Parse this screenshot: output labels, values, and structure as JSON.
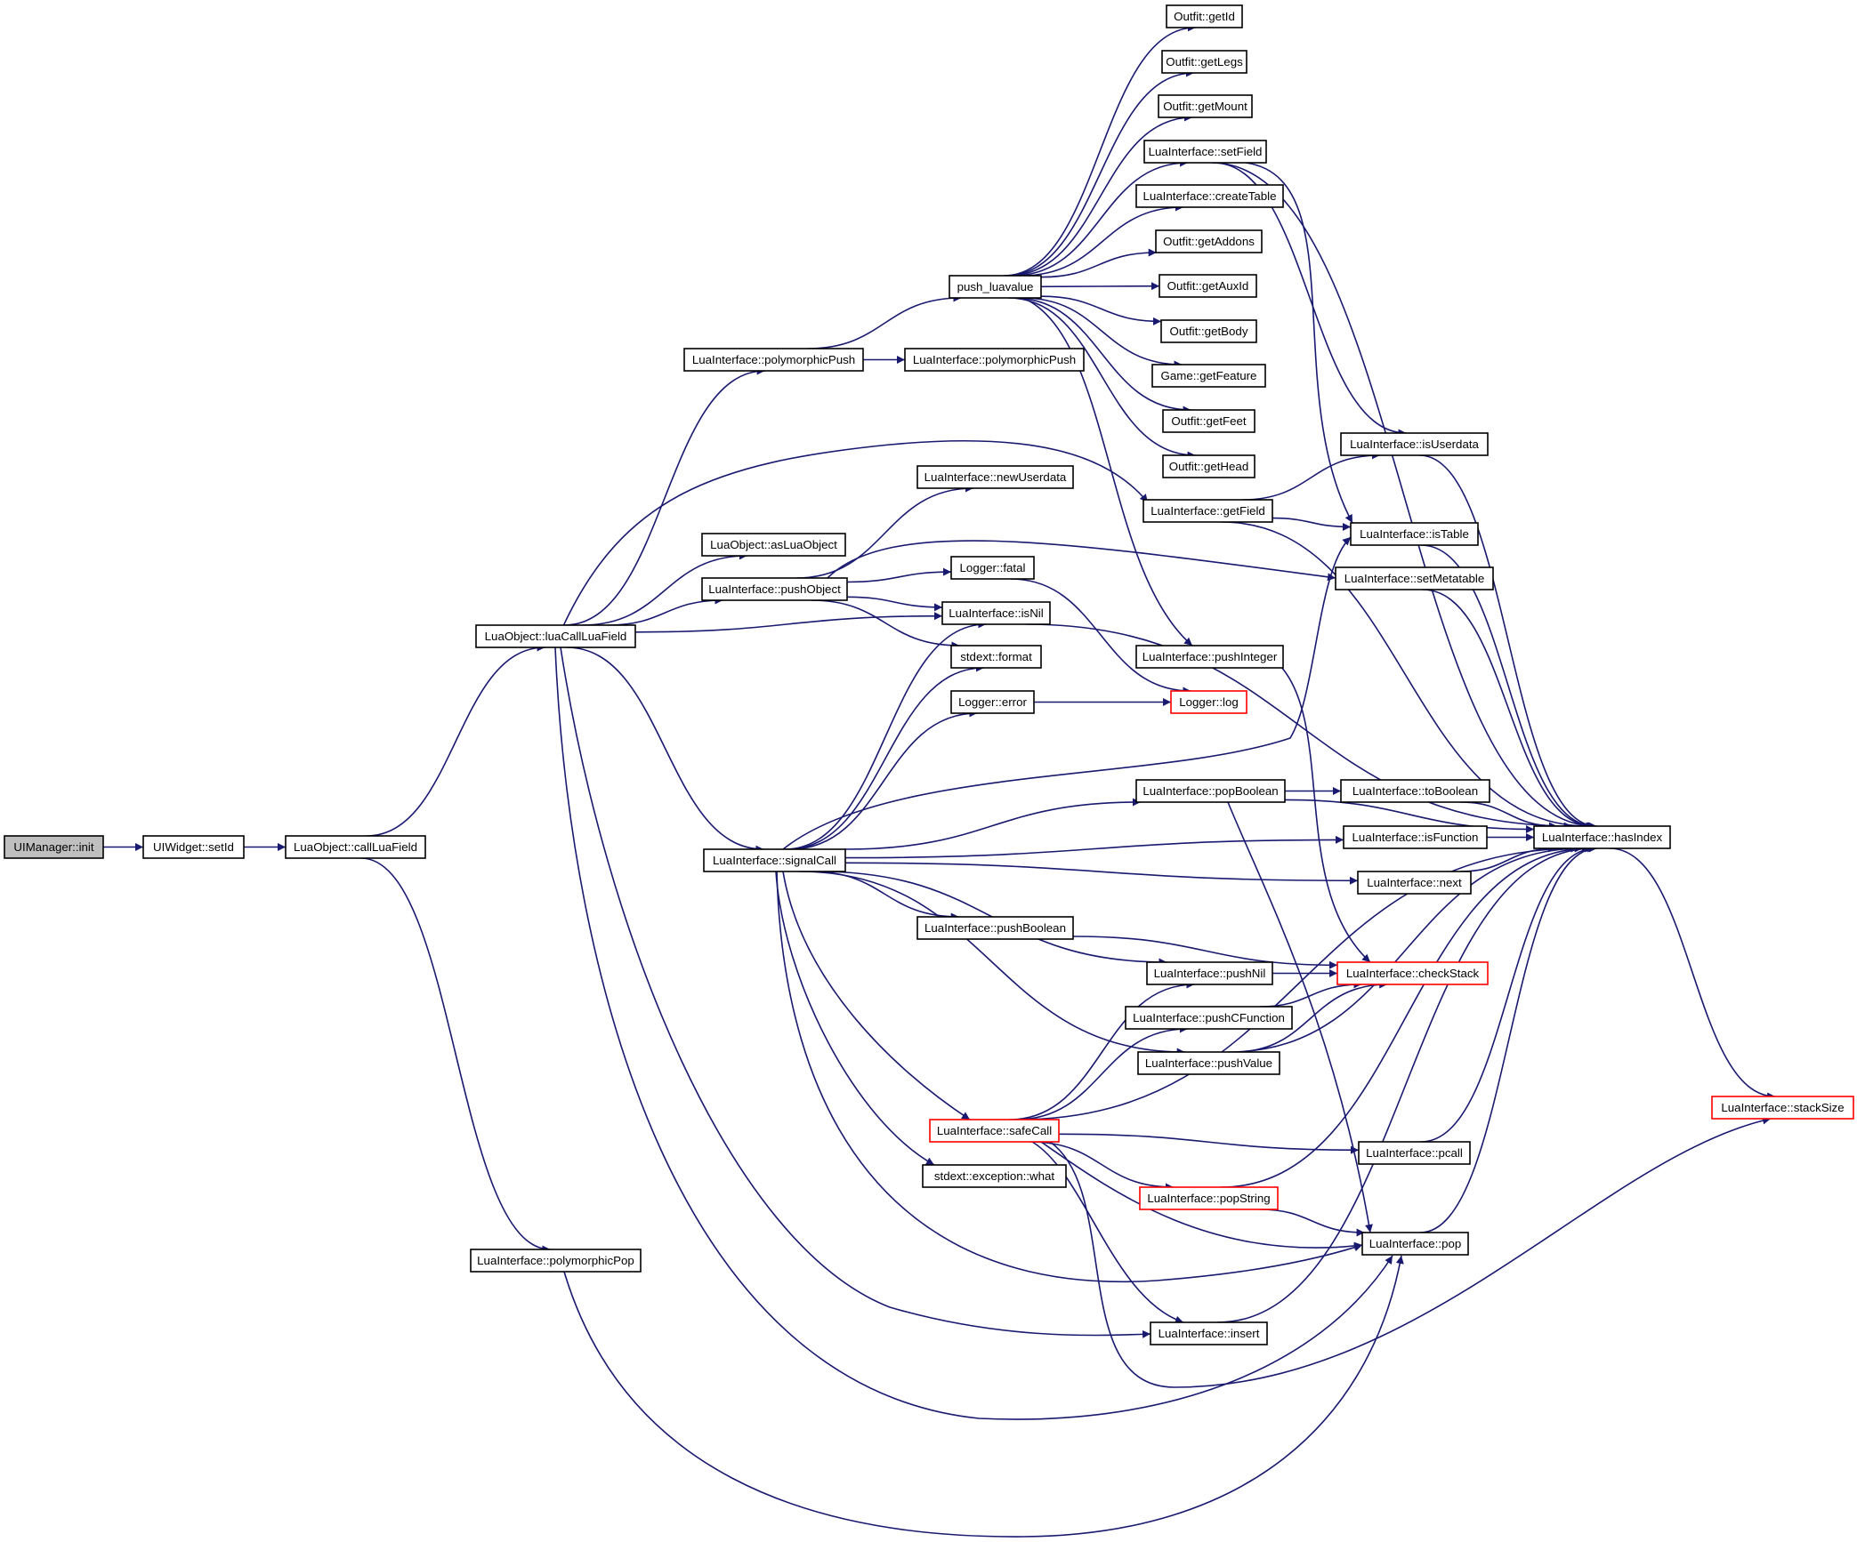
{
  "colors": {
    "edge": "#191970",
    "node_border": "#000000",
    "node_fill": "#ffffff",
    "highlight_border": "#ff0000",
    "root_fill": "#bfbfbf",
    "text": "#000000"
  },
  "nodes": {
    "uimanager_init": {
      "label": "UIManager::init",
      "style": "root"
    },
    "uiwidget_setid": {
      "label": "UIWidget::setId",
      "style": "normal"
    },
    "luaobject_callluafield": {
      "label": "LuaObject::callLuaField",
      "style": "normal"
    },
    "luaobject_luacallluafield": {
      "label": "LuaObject::luaCallLuaField",
      "style": "normal"
    },
    "li_polymorphicpop": {
      "label": "LuaInterface::polymorphicPop",
      "style": "normal"
    },
    "li_polymorphicpush_a": {
      "label": "LuaInterface::polymorphicPush",
      "style": "normal"
    },
    "li_polymorphicpush_b": {
      "label": "LuaInterface::polymorphicPush",
      "style": "normal"
    },
    "push_luavalue": {
      "label": "push_luavalue",
      "style": "normal"
    },
    "outfit_getid": {
      "label": "Outfit::getId",
      "style": "normal"
    },
    "outfit_getlegs": {
      "label": "Outfit::getLegs",
      "style": "normal"
    },
    "outfit_getmount": {
      "label": "Outfit::getMount",
      "style": "normal"
    },
    "li_setfield": {
      "label": "LuaInterface::setField",
      "style": "normal"
    },
    "li_createtable": {
      "label": "LuaInterface::createTable",
      "style": "normal"
    },
    "outfit_getaddons": {
      "label": "Outfit::getAddons",
      "style": "normal"
    },
    "outfit_getauxid": {
      "label": "Outfit::getAuxId",
      "style": "normal"
    },
    "outfit_getbody": {
      "label": "Outfit::getBody",
      "style": "normal"
    },
    "game_getfeature": {
      "label": "Game::getFeature",
      "style": "normal"
    },
    "outfit_getfeet": {
      "label": "Outfit::getFeet",
      "style": "normal"
    },
    "outfit_gethead": {
      "label": "Outfit::getHead",
      "style": "normal"
    },
    "li_newuserdata": {
      "label": "LuaInterface::newUserdata",
      "style": "normal"
    },
    "li_getfield": {
      "label": "LuaInterface::getField",
      "style": "normal"
    },
    "luaobject_asluaobject": {
      "label": "LuaObject::asLuaObject",
      "style": "normal"
    },
    "li_pushobject": {
      "label": "LuaInterface::pushObject",
      "style": "normal"
    },
    "logger_fatal": {
      "label": "Logger::fatal",
      "style": "normal"
    },
    "li_isnil": {
      "label": "LuaInterface::isNil",
      "style": "normal"
    },
    "stdext_format": {
      "label": "stdext::format",
      "style": "normal"
    },
    "li_pushinteger": {
      "label": "LuaInterface::pushInteger",
      "style": "normal"
    },
    "logger_error": {
      "label": "Logger::error",
      "style": "normal"
    },
    "logger_log": {
      "label": "Logger::log",
      "style": "highlight"
    },
    "li_isuserdata": {
      "label": "LuaInterface::isUserdata",
      "style": "normal"
    },
    "li_istable": {
      "label": "LuaInterface::isTable",
      "style": "normal"
    },
    "li_setmetatable": {
      "label": "LuaInterface::setMetatable",
      "style": "normal"
    },
    "li_popboolean": {
      "label": "LuaInterface::popBoolean",
      "style": "normal"
    },
    "li_toboolean": {
      "label": "LuaInterface::toBoolean",
      "style": "normal"
    },
    "li_signalcall": {
      "label": "LuaInterface::signalCall",
      "style": "normal"
    },
    "li_isfunction": {
      "label": "LuaInterface::isFunction",
      "style": "normal"
    },
    "li_hasindex": {
      "label": "LuaInterface::hasIndex",
      "style": "normal"
    },
    "li_next": {
      "label": "LuaInterface::next",
      "style": "normal"
    },
    "li_pushboolean": {
      "label": "LuaInterface::pushBoolean",
      "style": "normal"
    },
    "li_pushnil": {
      "label": "LuaInterface::pushNil",
      "style": "normal"
    },
    "li_checkstack": {
      "label": "LuaInterface::checkStack",
      "style": "highlight"
    },
    "li_pushcfunction": {
      "label": "LuaInterface::pushCFunction",
      "style": "normal"
    },
    "li_pushvalue": {
      "label": "LuaInterface::pushValue",
      "style": "normal"
    },
    "li_stacksize": {
      "label": "LuaInterface::stackSize",
      "style": "highlight"
    },
    "li_safecall": {
      "label": "LuaInterface::safeCall",
      "style": "highlight"
    },
    "li_pcall": {
      "label": "LuaInterface::pcall",
      "style": "normal"
    },
    "stdext_exception_what": {
      "label": "stdext::exception::what",
      "style": "normal"
    },
    "li_popstring": {
      "label": "LuaInterface::popString",
      "style": "highlight"
    },
    "li_pop": {
      "label": "LuaInterface::pop",
      "style": "normal"
    },
    "li_insert": {
      "label": "LuaInterface::insert",
      "style": "normal"
    }
  },
  "edges": [
    {
      "from": "uimanager_init",
      "to": "uiwidget_setid"
    },
    {
      "from": "uiwidget_setid",
      "to": "luaobject_callluafield"
    },
    {
      "from": "luaobject_callluafield",
      "to": "luaobject_luacallluafield"
    },
    {
      "from": "luaobject_callluafield",
      "to": "li_polymorphicpop"
    },
    {
      "from": "luaobject_luacallluafield",
      "to": "li_polymorphicpush_a"
    },
    {
      "from": "luaobject_luacallluafield",
      "to": "li_getfield"
    },
    {
      "from": "luaobject_luacallluafield",
      "to": "luaobject_asluaobject"
    },
    {
      "from": "luaobject_luacallluafield",
      "to": "li_pushobject"
    },
    {
      "from": "luaobject_luacallluafield",
      "to": "li_isnil"
    },
    {
      "from": "luaobject_luacallluafield",
      "to": "li_signalcall"
    },
    {
      "from": "luaobject_luacallluafield",
      "to": "li_insert"
    },
    {
      "from": "luaobject_luacallluafield",
      "to": "li_pop"
    },
    {
      "from": "li_polymorphicpush_a",
      "to": "push_luavalue"
    },
    {
      "from": "li_polymorphicpush_a",
      "to": "li_polymorphicpush_b"
    },
    {
      "from": "push_luavalue",
      "to": "outfit_getid"
    },
    {
      "from": "push_luavalue",
      "to": "outfit_getlegs"
    },
    {
      "from": "push_luavalue",
      "to": "outfit_getmount"
    },
    {
      "from": "push_luavalue",
      "to": "li_setfield"
    },
    {
      "from": "push_luavalue",
      "to": "li_createtable"
    },
    {
      "from": "push_luavalue",
      "to": "outfit_getaddons"
    },
    {
      "from": "push_luavalue",
      "to": "outfit_getauxid"
    },
    {
      "from": "push_luavalue",
      "to": "outfit_getbody"
    },
    {
      "from": "push_luavalue",
      "to": "game_getfeature"
    },
    {
      "from": "push_luavalue",
      "to": "outfit_getfeet"
    },
    {
      "from": "push_luavalue",
      "to": "outfit_gethead"
    },
    {
      "from": "push_luavalue",
      "to": "li_pushinteger"
    },
    {
      "from": "li_setfield",
      "to": "li_hasindex"
    },
    {
      "from": "li_setfield",
      "to": "li_isuserdata"
    },
    {
      "from": "li_setfield",
      "to": "li_istable"
    },
    {
      "from": "li_getfield",
      "to": "li_isuserdata"
    },
    {
      "from": "li_getfield",
      "to": "li_istable"
    },
    {
      "from": "li_getfield",
      "to": "li_hasindex"
    },
    {
      "from": "li_pushobject",
      "to": "li_newuserdata"
    },
    {
      "from": "li_pushobject",
      "to": "li_setmetatable"
    },
    {
      "from": "li_pushobject",
      "to": "logger_fatal"
    },
    {
      "from": "li_pushobject",
      "to": "li_isnil"
    },
    {
      "from": "li_pushobject",
      "to": "stdext_format"
    },
    {
      "from": "logger_fatal",
      "to": "logger_log"
    },
    {
      "from": "logger_error",
      "to": "logger_log"
    },
    {
      "from": "li_isnil",
      "to": "li_hasindex"
    },
    {
      "from": "li_isuserdata",
      "to": "li_hasindex"
    },
    {
      "from": "li_istable",
      "to": "li_hasindex"
    },
    {
      "from": "li_setmetatable",
      "to": "li_hasindex"
    },
    {
      "from": "li_pushinteger",
      "to": "li_checkstack"
    },
    {
      "from": "li_signalcall",
      "to": "li_isnil"
    },
    {
      "from": "li_signalcall",
      "to": "stdext_format"
    },
    {
      "from": "li_signalcall",
      "to": "logger_error"
    },
    {
      "from": "li_signalcall",
      "to": "li_istable"
    },
    {
      "from": "li_signalcall",
      "to": "li_popboolean"
    },
    {
      "from": "li_signalcall",
      "to": "li_isfunction"
    },
    {
      "from": "li_signalcall",
      "to": "li_next"
    },
    {
      "from": "li_signalcall",
      "to": "li_pushboolean"
    },
    {
      "from": "li_signalcall",
      "to": "li_pushnil"
    },
    {
      "from": "li_signalcall",
      "to": "li_pushvalue"
    },
    {
      "from": "li_signalcall",
      "to": "li_safecall"
    },
    {
      "from": "li_signalcall",
      "to": "stdext_exception_what"
    },
    {
      "from": "li_signalcall",
      "to": "li_pop"
    },
    {
      "from": "li_popboolean",
      "to": "li_toboolean"
    },
    {
      "from": "li_popboolean",
      "to": "li_hasindex"
    },
    {
      "from": "li_popboolean",
      "to": "li_pop"
    },
    {
      "from": "li_toboolean",
      "to": "li_hasindex"
    },
    {
      "from": "li_isfunction",
      "to": "li_hasindex"
    },
    {
      "from": "li_next",
      "to": "li_hasindex"
    },
    {
      "from": "li_hasindex",
      "to": "li_stacksize"
    },
    {
      "from": "li_pushboolean",
      "to": "li_checkstack"
    },
    {
      "from": "li_pushnil",
      "to": "li_checkstack"
    },
    {
      "from": "li_pushcfunction",
      "to": "li_checkstack"
    },
    {
      "from": "li_pushvalue",
      "to": "li_checkstack"
    },
    {
      "from": "li_pushvalue",
      "to": "li_hasindex"
    },
    {
      "from": "li_safecall",
      "to": "li_pushnil"
    },
    {
      "from": "li_safecall",
      "to": "li_pushcfunction"
    },
    {
      "from": "li_safecall",
      "to": "li_hasindex"
    },
    {
      "from": "li_safecall",
      "to": "li_pcall"
    },
    {
      "from": "li_safecall",
      "to": "li_popstring"
    },
    {
      "from": "li_safecall",
      "to": "li_pop"
    },
    {
      "from": "li_safecall",
      "to": "li_insert"
    },
    {
      "from": "li_safecall",
      "to": "li_stacksize"
    },
    {
      "from": "li_pcall",
      "to": "li_hasindex"
    },
    {
      "from": "li_popstring",
      "to": "li_pop"
    },
    {
      "from": "li_popstring",
      "to": "li_hasindex"
    },
    {
      "from": "li_pop",
      "to": "li_hasindex"
    },
    {
      "from": "li_insert",
      "to": "li_hasindex"
    },
    {
      "from": "li_polymorphicpop",
      "to": "li_pop"
    }
  ]
}
